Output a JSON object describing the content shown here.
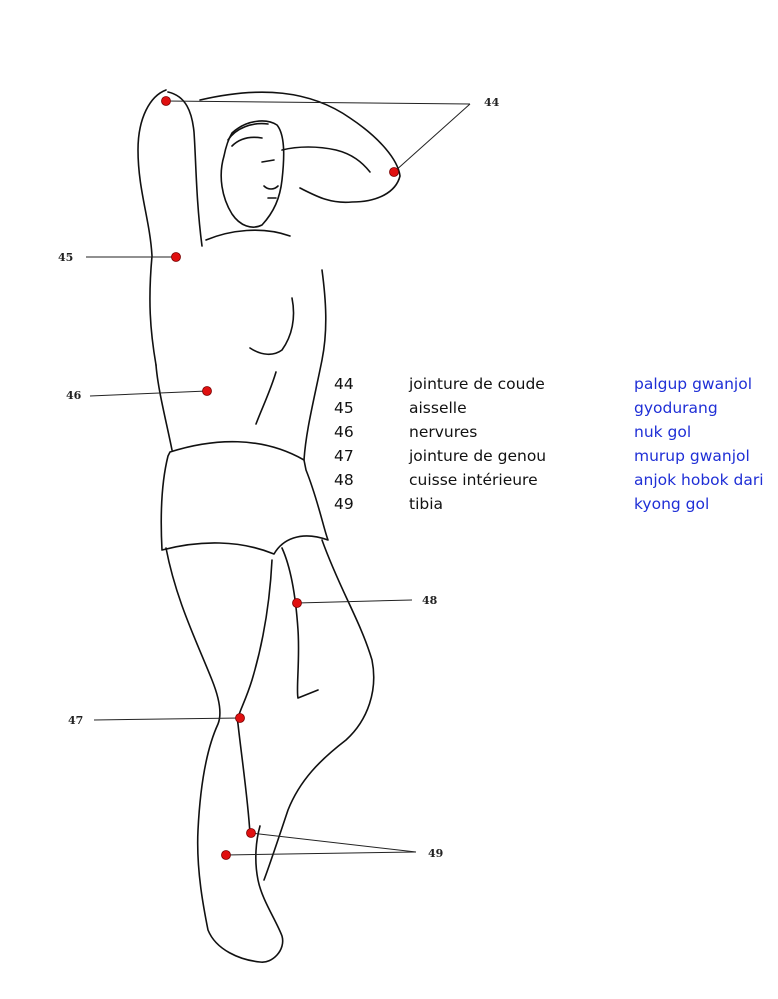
{
  "callouts": [
    {
      "id": "44",
      "label": "44"
    },
    {
      "id": "45",
      "label": "45"
    },
    {
      "id": "46",
      "label": "46"
    },
    {
      "id": "47",
      "label": "47"
    },
    {
      "id": "48",
      "label": "48"
    },
    {
      "id": "49",
      "label": "49"
    }
  ],
  "legend": [
    {
      "num": "44",
      "fr": "jointure de coude",
      "ko": "palgup gwanjol"
    },
    {
      "num": "45",
      "fr": "aisselle",
      "ko": "gyodurang"
    },
    {
      "num": "46",
      "fr": "nervures",
      "ko": "nuk gol"
    },
    {
      "num": "47",
      "fr": "jointure de genou",
      "ko": "murup gwanjol"
    },
    {
      "num": "48",
      "fr": "cuisse intérieure",
      "ko": "anjok hobok dari"
    },
    {
      "num": "49",
      "fr": "tibia",
      "ko": "kyong gol"
    }
  ],
  "colors": {
    "point": "#e01010",
    "korean_text": "#1f2fd6"
  }
}
